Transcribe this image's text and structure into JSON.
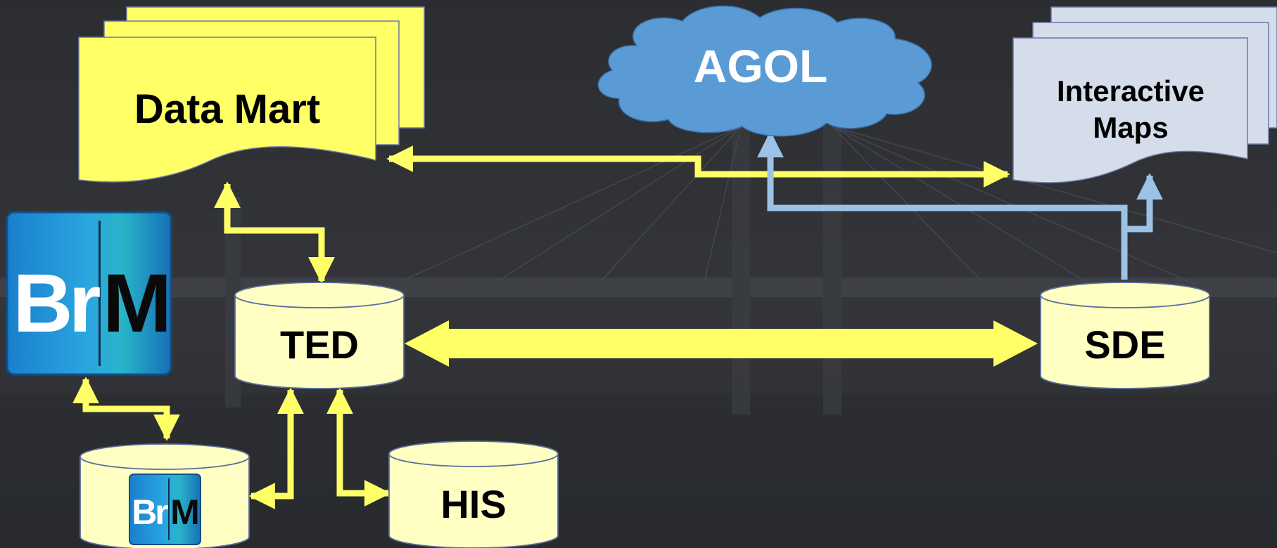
{
  "colors": {
    "background": "#2e3034",
    "data_mart_fill": "#ffff66",
    "cylinder_fill": "#ffffc4",
    "yellow_arrow": "#ffff66",
    "blue_arrow": "#9cc3e6",
    "cloud_fill": "#5b9bd5",
    "maps_fill": "#d5dcea",
    "brm_blue": "#1f8ad0"
  },
  "nodes": {
    "data_mart": {
      "label": "Data Mart",
      "shape": "multi-document"
    },
    "agol": {
      "label": "AGOL",
      "shape": "cloud"
    },
    "interactive_maps": {
      "line1": "Interactive",
      "line2": "Maps",
      "shape": "multi-document"
    },
    "ted": {
      "label": "TED",
      "shape": "database"
    },
    "sde": {
      "label": "SDE",
      "shape": "database"
    },
    "his": {
      "label": "HIS",
      "shape": "database"
    },
    "brm_db": {
      "logo": "brm-logo-icon",
      "shape": "database"
    },
    "brm_app": {
      "logo": "brm-logo-icon"
    }
  },
  "brm_logo": {
    "left": "Br",
    "right": "M"
  },
  "edges": [
    {
      "from": "data_mart",
      "to": "interactive_maps",
      "direction": "both",
      "color": "yellow"
    },
    {
      "from": "data_mart",
      "to": "ted",
      "direction": "both",
      "color": "yellow"
    },
    {
      "from": "ted",
      "to": "sde",
      "direction": "both",
      "color": "yellow"
    },
    {
      "from": "ted",
      "to": "brm_db",
      "direction": "both",
      "color": "yellow"
    },
    {
      "from": "ted",
      "to": "his",
      "direction": "both",
      "color": "yellow"
    },
    {
      "from": "brm_app",
      "to": "brm_db",
      "direction": "both",
      "color": "yellow"
    },
    {
      "from": "sde",
      "to": "agol",
      "direction": "forward",
      "color": "blue"
    },
    {
      "from": "sde",
      "to": "interactive_maps",
      "direction": "forward",
      "color": "blue"
    }
  ]
}
